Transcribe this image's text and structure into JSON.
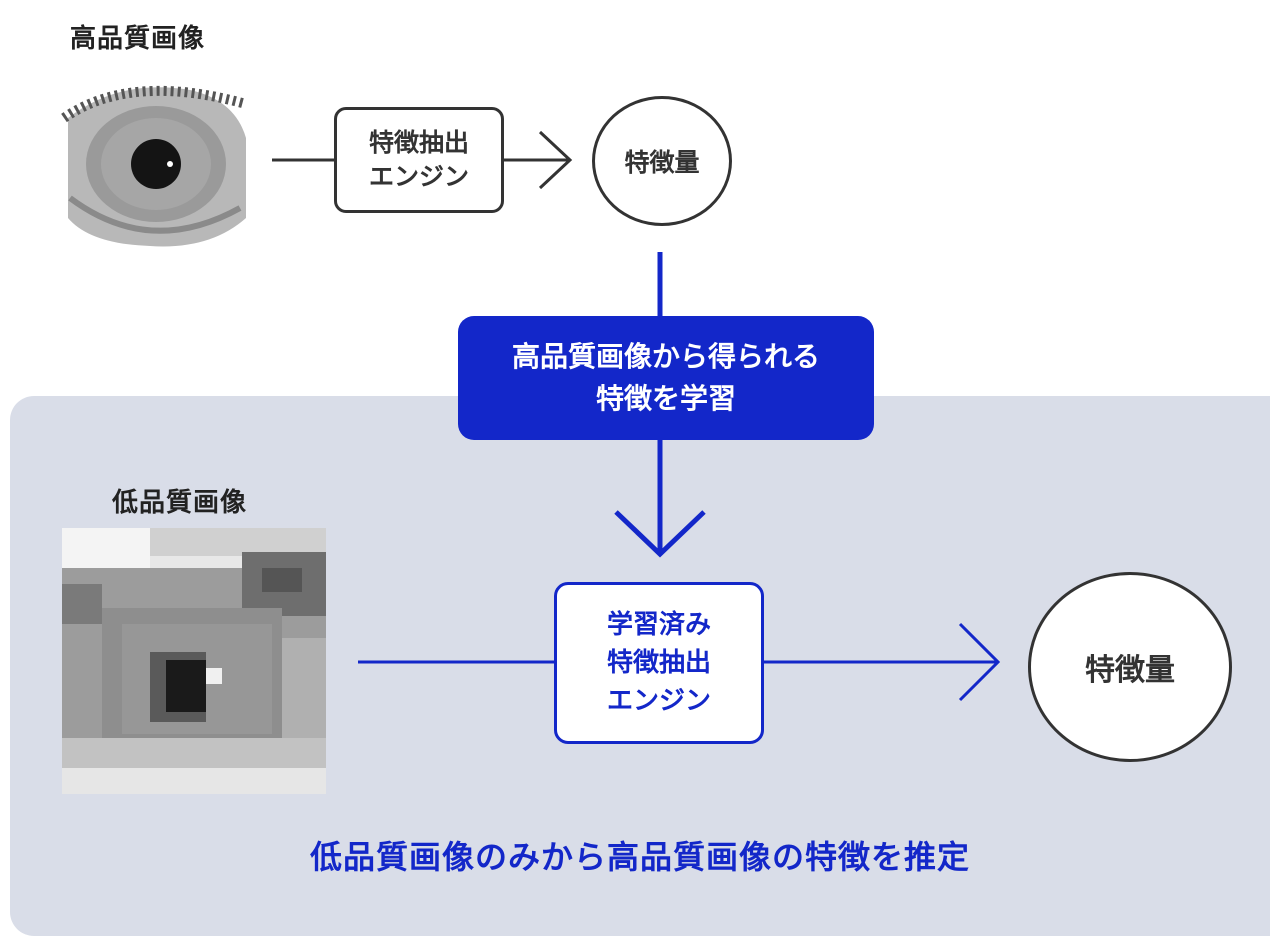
{
  "top_row": {
    "image_label": "高品質画像",
    "engine_label": "特徴抽出\nエンジン",
    "feature_label": "特徴量"
  },
  "callout": {
    "text": "高品質画像から得られる\n特徴を学習"
  },
  "bottom_row": {
    "image_label": "低品質画像",
    "engine_label": "学習済み\n特徴抽出\nエンジン",
    "feature_label": "特徴量"
  },
  "caption": "低品質画像のみから高品質画像の特徴を推定",
  "colors": {
    "accent_blue": "#1327c9",
    "panel_bg": "#d9dde8",
    "dark_stroke": "#333333"
  }
}
